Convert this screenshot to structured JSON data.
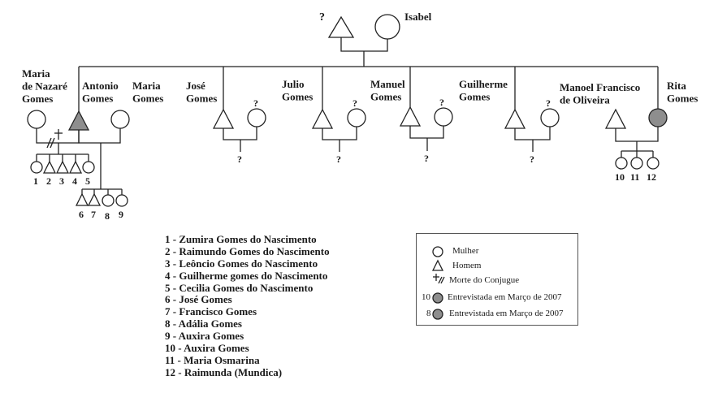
{
  "top": {
    "father_mark": "?",
    "mother_name": "Isabel"
  },
  "people": {
    "maria_nazare": "Maria\nde Nazaré\nGomes",
    "antonio": "Antonio\nGomes",
    "maria": "Maria\nGomes",
    "jose": "José\nGomes",
    "julio": "Julio\nGomes",
    "manuel": "Manuel\nGomes",
    "guilherme": "Guilherme\nGomes",
    "manoel_francisco": "Manoel Francisco\nde Oliveira",
    "rita": "Rita\nGomes"
  },
  "unknown_mark": "?",
  "children_numbers": [
    "1",
    "2",
    "3",
    "4",
    "5",
    "6",
    "7",
    "8",
    "9",
    "10",
    "11",
    "12"
  ],
  "list": [
    "1 - Zumira Gomes do Nascimento",
    "2 - Raimundo Gomes do Nascimento",
    "3 - Leôncio Gomes do Nascimento",
    "4 - Guilherme gomes do Nascimento",
    "5 - Cecilia Gomes do Nascimento",
    "6 -  José Gomes",
    "7 -  Francisco Gomes",
    "8 -  Adália Gomes",
    "9 -  Auxira Gomes",
    "10 -  Auxira Gomes",
    "11 -  Maria Osmarina",
    "12 - Raimunda (Mundica)"
  ],
  "legend": {
    "mulher": "Mulher",
    "homem": "Homem",
    "morte": "Morte do Conjugue",
    "entrevistada1_num": "10",
    "entrevistada1": "Entrevistada em Março de 2007",
    "entrevistada2_num": "8",
    "entrevistada2": "Entrevistada em Março de 2007"
  },
  "colors": {
    "line": "#222222",
    "interviewed_fill": "#8e8e8e"
  }
}
